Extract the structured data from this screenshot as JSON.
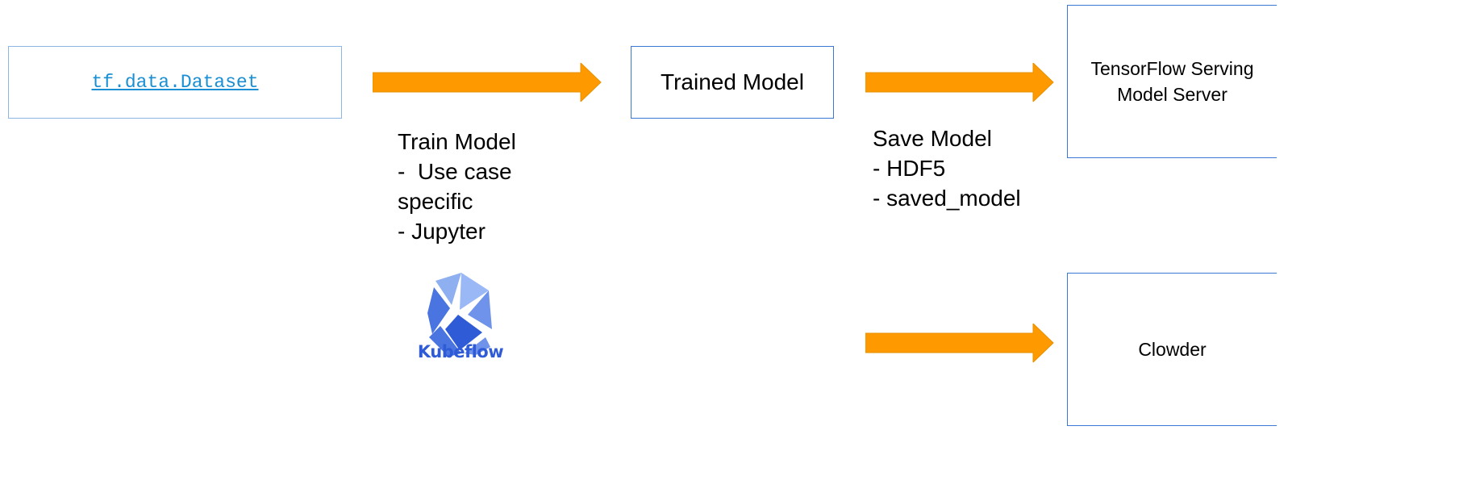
{
  "nodes": {
    "dataset": {
      "label": "tf.data.Dataset"
    },
    "trained_model": {
      "label": "Trained Model"
    },
    "tf_serving": {
      "label": "TensorFlow Serving Model Server"
    },
    "clowder": {
      "label": "Clowder"
    }
  },
  "steps": {
    "train": {
      "text": "Train Model\n-  Use case\nspecific\n- Jupyter"
    },
    "save": {
      "text": "Save Model\n- HDF5\n- saved_model"
    }
  },
  "logo": {
    "icon": "kubeflow-logo-icon",
    "text": "Kubeflow"
  },
  "colors": {
    "arrow_fill": "#ff9900",
    "box_border": "#3c78d8",
    "link": "#1a8fd4",
    "logo_text": "#2f5bd6"
  }
}
